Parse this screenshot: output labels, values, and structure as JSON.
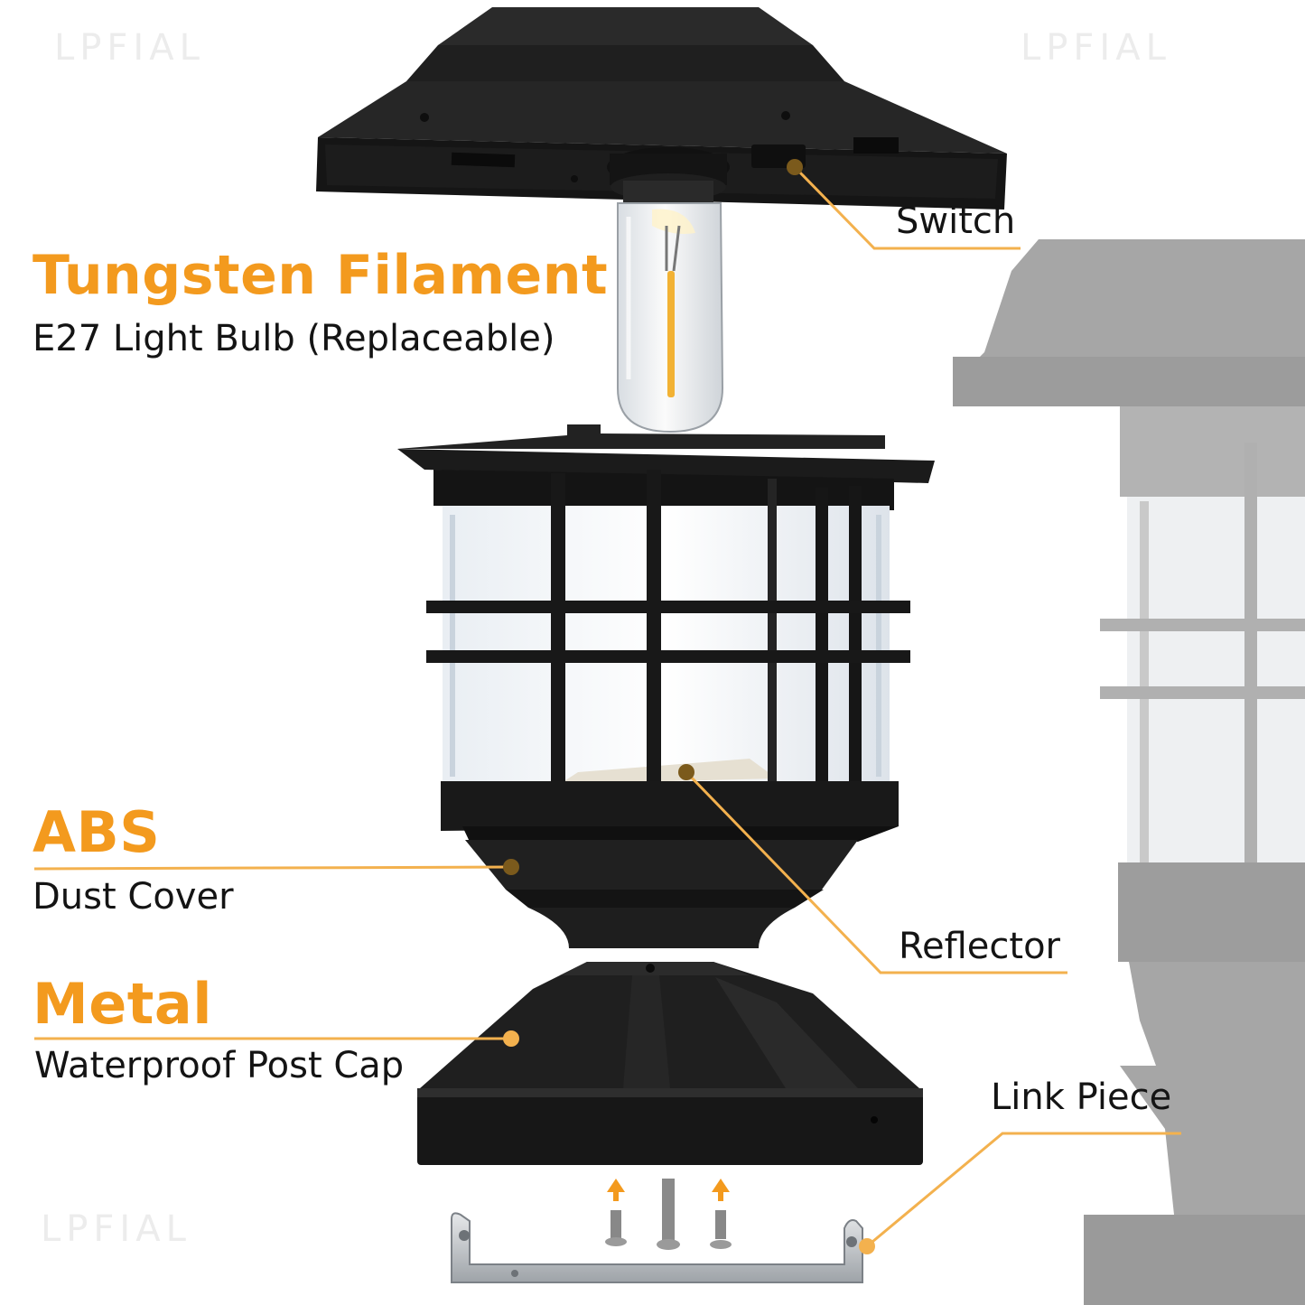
{
  "features": {
    "filament": {
      "title": "Tungsten Filament",
      "subtitle": "E27 Light Bulb (Replaceable)"
    },
    "abs": {
      "title": "ABS",
      "subtitle": "Dust Cover"
    },
    "metal": {
      "title": "Metal",
      "subtitle": "Waterproof Post Cap"
    }
  },
  "callouts": {
    "switch": "Switch",
    "reflector": "Reflector",
    "link_piece": "Link Piece"
  },
  "watermark": "LPFIAL",
  "colors": {
    "accent": "#f39a1e",
    "product": "#1e1e1e",
    "ghost": "#9a9a9a"
  }
}
